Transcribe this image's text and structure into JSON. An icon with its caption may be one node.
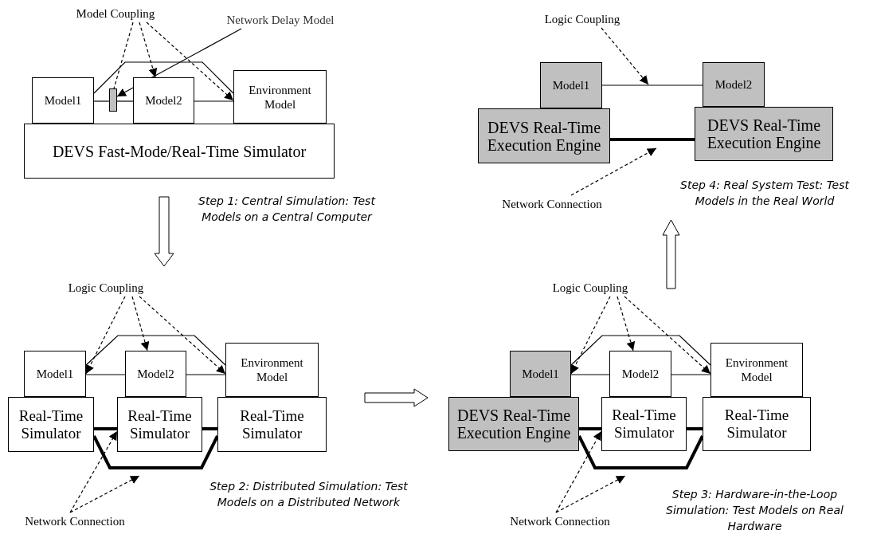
{
  "diagram": {
    "nodes": [
      {
        "text": [
          "Model Coupling"
        ]
      },
      {
        "text": [
          "Network Delay Model"
        ]
      },
      {
        "text": [
          "Model1"
        ]
      },
      {
        "text": [],
        "shape": "box"
      },
      {
        "text": [
          "Model2"
        ]
      },
      {
        "text": [
          "Environment Model"
        ]
      },
      {
        "text": [
          "DEVS Fast-Mode/Real-Time Simulator"
        ]
      },
      {
        "text": [
          "Logic Coupling"
        ]
      },
      {
        "text": [
          "Model1"
        ]
      },
      {
        "text": [
          "Model2"
        ]
      },
      {
        "text": [
          "Environment Model"
        ]
      },
      {
        "text": [
          "Real-Time Simulator"
        ]
      },
      {
        "text": [
          "Real-Time Simulator"
        ]
      },
      {
        "text": [
          "Real-Time Simulator"
        ]
      },
      {
        "text": [
          "Network Connection"
        ]
      },
      {
        "text": [
          "Logic Coupling"
        ]
      },
      {
        "text": [
          "Model1"
        ]
      },
      {
        "text": [
          "Model2"
        ]
      },
      {
        "text": [
          "Environment Model"
        ]
      },
      {
        "text": [
          "DEVS Real-Time Execution Engine"
        ]
      },
      {
        "text": [
          "Real-Time Simulator"
        ]
      },
      {
        "text": [
          "Real-Time Simulator"
        ]
      },
      {
        "text": [
          "Network Connection"
        ]
      },
      {
        "text": [
          "Logic Coupling"
        ]
      },
      {
        "text": [
          "Model1"
        ]
      },
      {
        "text": [
          "Model2"
        ]
      },
      {
        "text": [
          "DEVS Real-Time Execution Engine"
        ]
      },
      {
        "text": [
          "DEVS Real-Time Execution Engine"
        ]
      },
      {
        "text": [
          "Network Connection"
        ]
      }
    ],
    "edges": [
      {
        "from": 2,
        "to": 3,
        "arrow": "none"
      },
      {
        "from": 3,
        "to": 4,
        "arrow": "none"
      },
      {
        "from": 4,
        "to": 5,
        "arrow": "none"
      },
      {
        "from": 2,
        "to": 5,
        "arrow": "none"
      },
      {
        "from": 0,
        "to": 3,
        "arrow": "none",
        "style": "dashed"
      },
      {
        "from": 0,
        "to": 4,
        "arrow": "to",
        "style": "dashed"
      },
      {
        "from": 0,
        "to": 5,
        "arrow": "to",
        "style": "dashed"
      },
      {
        "from": 1,
        "to": 3,
        "arrow": "to"
      },
      {
        "from": 8,
        "to": 9,
        "arrow": "none"
      },
      {
        "from": 9,
        "to": 10,
        "arrow": "none"
      },
      {
        "from": 8,
        "to": 10,
        "arrow": "none"
      },
      {
        "from": 7,
        "to": 8,
        "arrow": "to",
        "style": "dashed"
      },
      {
        "from": 7,
        "to": 9,
        "arrow": "to",
        "style": "dashed"
      },
      {
        "from": 7,
        "to": 10,
        "arrow": "to",
        "style": "dashed"
      },
      {
        "from": 11,
        "to": 12,
        "arrow": "none",
        "style": "thick"
      },
      {
        "from": 12,
        "to": 13,
        "arrow": "none",
        "style": "thick"
      },
      {
        "from": 11,
        "to": 13,
        "arrow": "none",
        "style": "thick"
      },
      {
        "from": 14,
        "to": 12,
        "arrow": "to",
        "style": "dashed"
      },
      {
        "from": 14,
        "to": null,
        "arrow": "to",
        "style": "dashed"
      },
      {
        "from": 16,
        "to": 17,
        "arrow": "none"
      },
      {
        "from": 17,
        "to": 18,
        "arrow": "none"
      },
      {
        "from": 16,
        "to": 18,
        "arrow": "none"
      },
      {
        "from": 15,
        "to": 16,
        "arrow": "to",
        "style": "dashed"
      },
      {
        "from": 15,
        "to": 17,
        "arrow": "to",
        "style": "dashed"
      },
      {
        "from": 15,
        "to": 18,
        "arrow": "to",
        "style": "dashed"
      },
      {
        "from": 19,
        "to": 20,
        "arrow": "none",
        "style": "thick"
      },
      {
        "from": 20,
        "to": 21,
        "arrow": "none",
        "style": "thick"
      },
      {
        "from": 19,
        "to": 21,
        "arrow": "none",
        "style": "thick"
      },
      {
        "from": 22,
        "to": 20,
        "arrow": "to",
        "style": "dashed"
      },
      {
        "from": 22,
        "to": null,
        "arrow": "to",
        "style": "dashed"
      },
      {
        "from": 24,
        "to": 25,
        "arrow": "none"
      },
      {
        "from": 23,
        "to": null,
        "arrow": "to",
        "style": "dashed"
      },
      {
        "from": 26,
        "to": 27,
        "arrow": "none",
        "style": "thick"
      },
      {
        "from": 28,
        "to": null,
        "arrow": "to",
        "style": "dashed"
      }
    ],
    "labels": [
      "Step 1: Central Simulation: Test Models on a Central Computer",
      "Step 2: Distributed Simulation: Test Models on a Distributed Network",
      "Step 3: Hardware-in-the-Loop Simulation: Test Models on Real Hardware",
      "Step 4: Real System Test: Test Models in the Real World"
    ]
  }
}
